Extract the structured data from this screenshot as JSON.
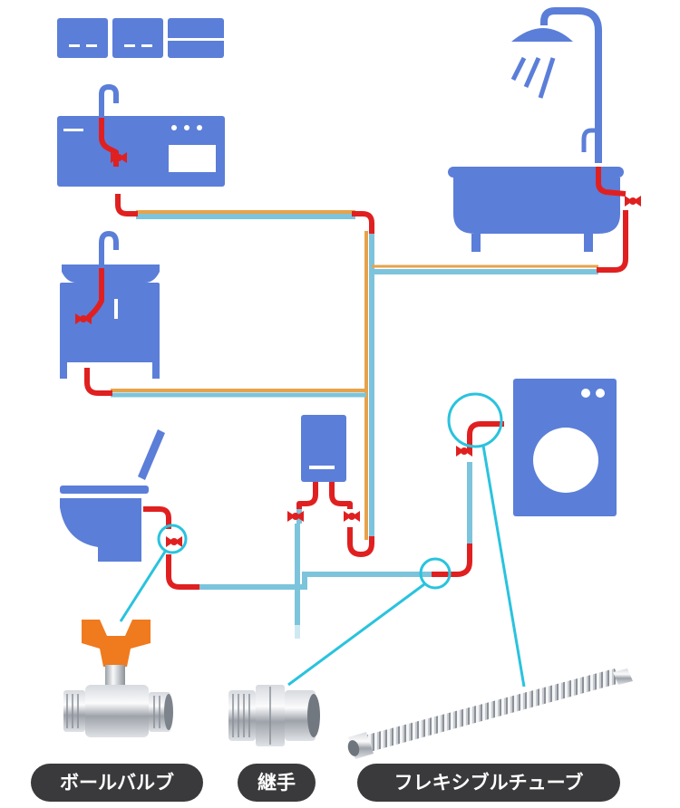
{
  "labels": {
    "ball_valve": "ボールバルブ",
    "fitting": "継手",
    "flexible_tube": "フレキシブルチューブ"
  },
  "colors": {
    "fixture": "#5b7ed8",
    "hot_pipe": "#e8a24a",
    "cold_pipe": "#7cc4dc",
    "connector": "#e02020",
    "callout": "#29c3de",
    "valve_handle": "#f07a1e",
    "label_bg": "#3a3a3c",
    "label_text": "#ffffff"
  },
  "icons": [
    "kitchen-cabinet-icon",
    "kitchen-sink-icon",
    "washbasin-icon",
    "toilet-icon",
    "water-heater-icon",
    "bathtub-shower-icon",
    "washing-machine-icon",
    "ball-valve-icon",
    "fitting-icon",
    "flexible-tube-icon"
  ]
}
